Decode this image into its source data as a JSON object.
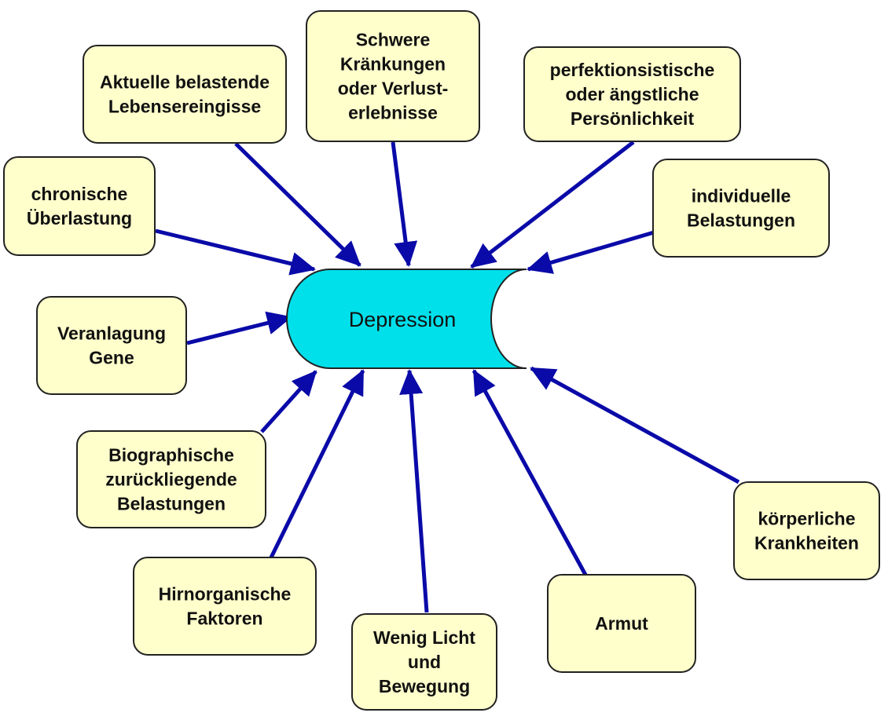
{
  "colors": {
    "box_fill": "#ffffcc",
    "box_stroke": "#222222",
    "center_fill": "#00e0ea",
    "arrow": "#0a0aa8",
    "text": "#111111"
  },
  "center": {
    "label": "Depression"
  },
  "factors": [
    {
      "id": "aktuelle",
      "lines": [
        "Aktuelle belastende",
        "Lebensereingisse"
      ]
    },
    {
      "id": "kraenkungen",
      "lines": [
        "Schwere",
        "Kränkungen",
        "oder Verlust-",
        "erlebnisse"
      ]
    },
    {
      "id": "perfektion",
      "lines": [
        "perfektionsistische",
        "oder ängstliche",
        "Persönlichkeit"
      ]
    },
    {
      "id": "chronisch",
      "lines": [
        "chronische",
        "Überlastung"
      ]
    },
    {
      "id": "individuell",
      "lines": [
        "individuelle",
        "Belastungen"
      ]
    },
    {
      "id": "veranlagung",
      "lines": [
        "Veranlagung",
        "Gene"
      ]
    },
    {
      "id": "biographisch",
      "lines": [
        "Biographische",
        "zurückliegende",
        "Belastungen"
      ]
    },
    {
      "id": "koerperlich",
      "lines": [
        "körperliche",
        "Krankheiten"
      ]
    },
    {
      "id": "hirnorganisch",
      "lines": [
        "Hirnorganische",
        "Faktoren"
      ]
    },
    {
      "id": "licht",
      "lines": [
        "Wenig Licht",
        "und",
        "Bewegung"
      ]
    },
    {
      "id": "armut",
      "lines": [
        "Armut"
      ]
    }
  ]
}
